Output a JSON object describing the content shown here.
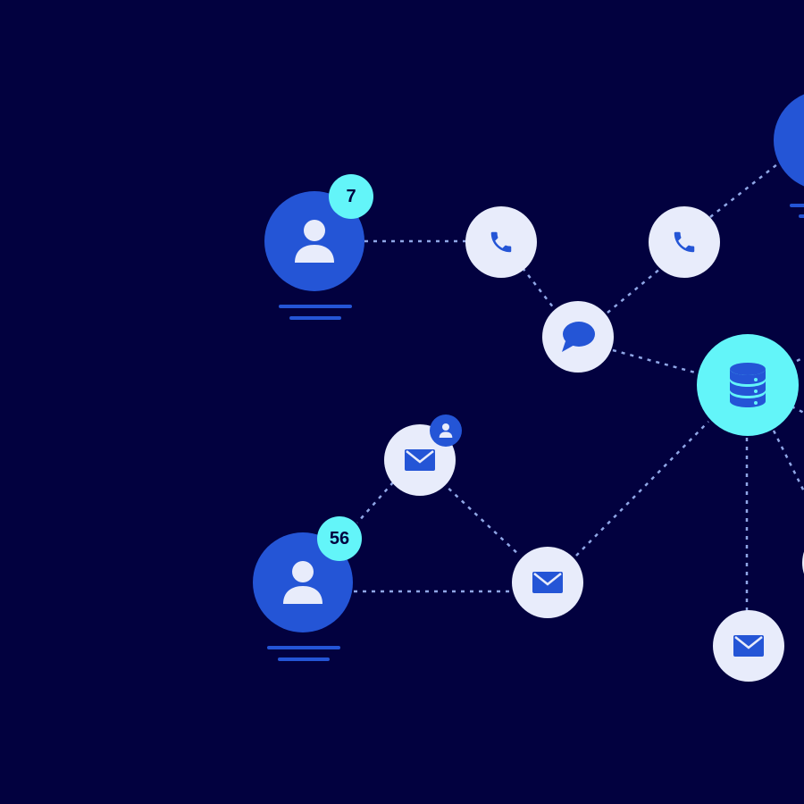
{
  "diagram": {
    "colors": {
      "background": "#02013f",
      "person_node": "#2455d6",
      "channel_node": "#e8ecfb",
      "hub_node": "#63f5f9",
      "badge": "#63f5f9",
      "connector": "#8fa6e6"
    },
    "people": [
      {
        "id": "person-top",
        "icon": "person-icon",
        "badge_count": "7"
      },
      {
        "id": "person-bottom",
        "icon": "person-icon",
        "badge_count": "56"
      }
    ],
    "channels": [
      {
        "id": "phone-left",
        "icon": "phone-icon"
      },
      {
        "id": "phone-right",
        "icon": "phone-icon"
      },
      {
        "id": "chat",
        "icon": "chat-bubble-icon"
      },
      {
        "id": "mail-top",
        "icon": "envelope-icon"
      },
      {
        "id": "mail-middle",
        "icon": "envelope-icon"
      },
      {
        "id": "mail-bottom",
        "icon": "envelope-icon"
      }
    ],
    "hub": {
      "id": "database-hub",
      "icon": "database-icon"
    }
  }
}
